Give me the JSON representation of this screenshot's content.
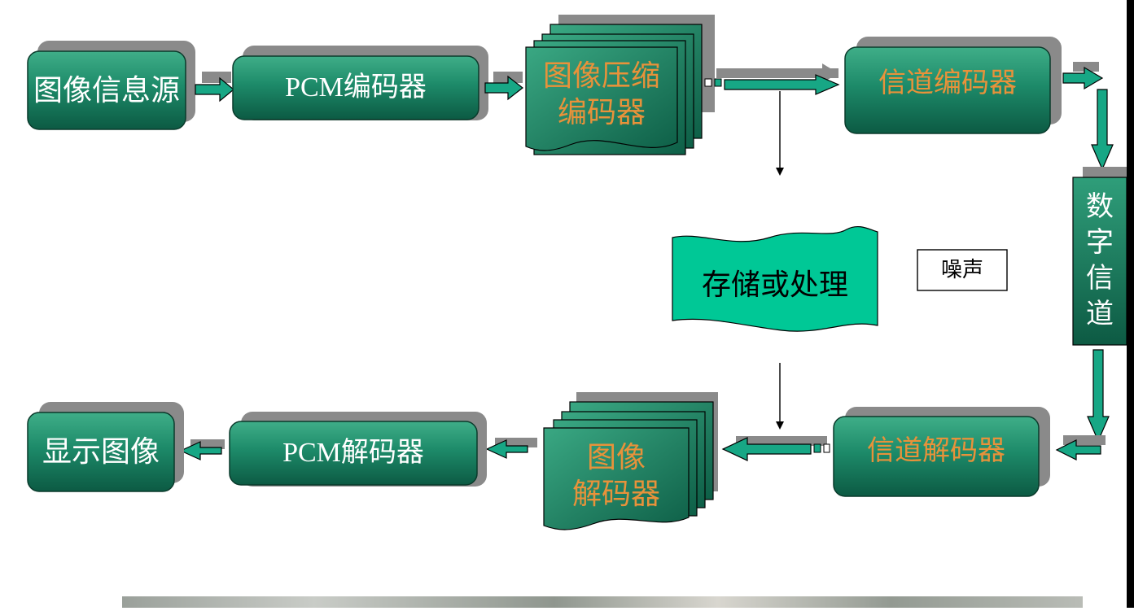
{
  "colors": {
    "box_fill_top": "#3fae88",
    "box_fill_bottom": "#0c5a43",
    "box_shadow": "#8a8a8a",
    "arrow_fill": "#17a785",
    "storage_fill": "#00c896",
    "noise_border": "#000000"
  },
  "nodes": {
    "source": "图像信息源",
    "pcm_encoder": "PCM编码器",
    "compress_encoder_line1": "图像压缩",
    "compress_encoder_line2": "编码器",
    "channel_encoder": "信道编码器",
    "digital_channel_1": "数",
    "digital_channel_2": "字",
    "digital_channel_3": "信",
    "digital_channel_4": "道",
    "storage": "存储或处理",
    "noise": "噪声",
    "display": "显示图像",
    "pcm_decoder": "PCM解码器",
    "image_decoder_line1": "图像",
    "image_decoder_line2": "解码器",
    "channel_decoder": "信道解码器"
  }
}
